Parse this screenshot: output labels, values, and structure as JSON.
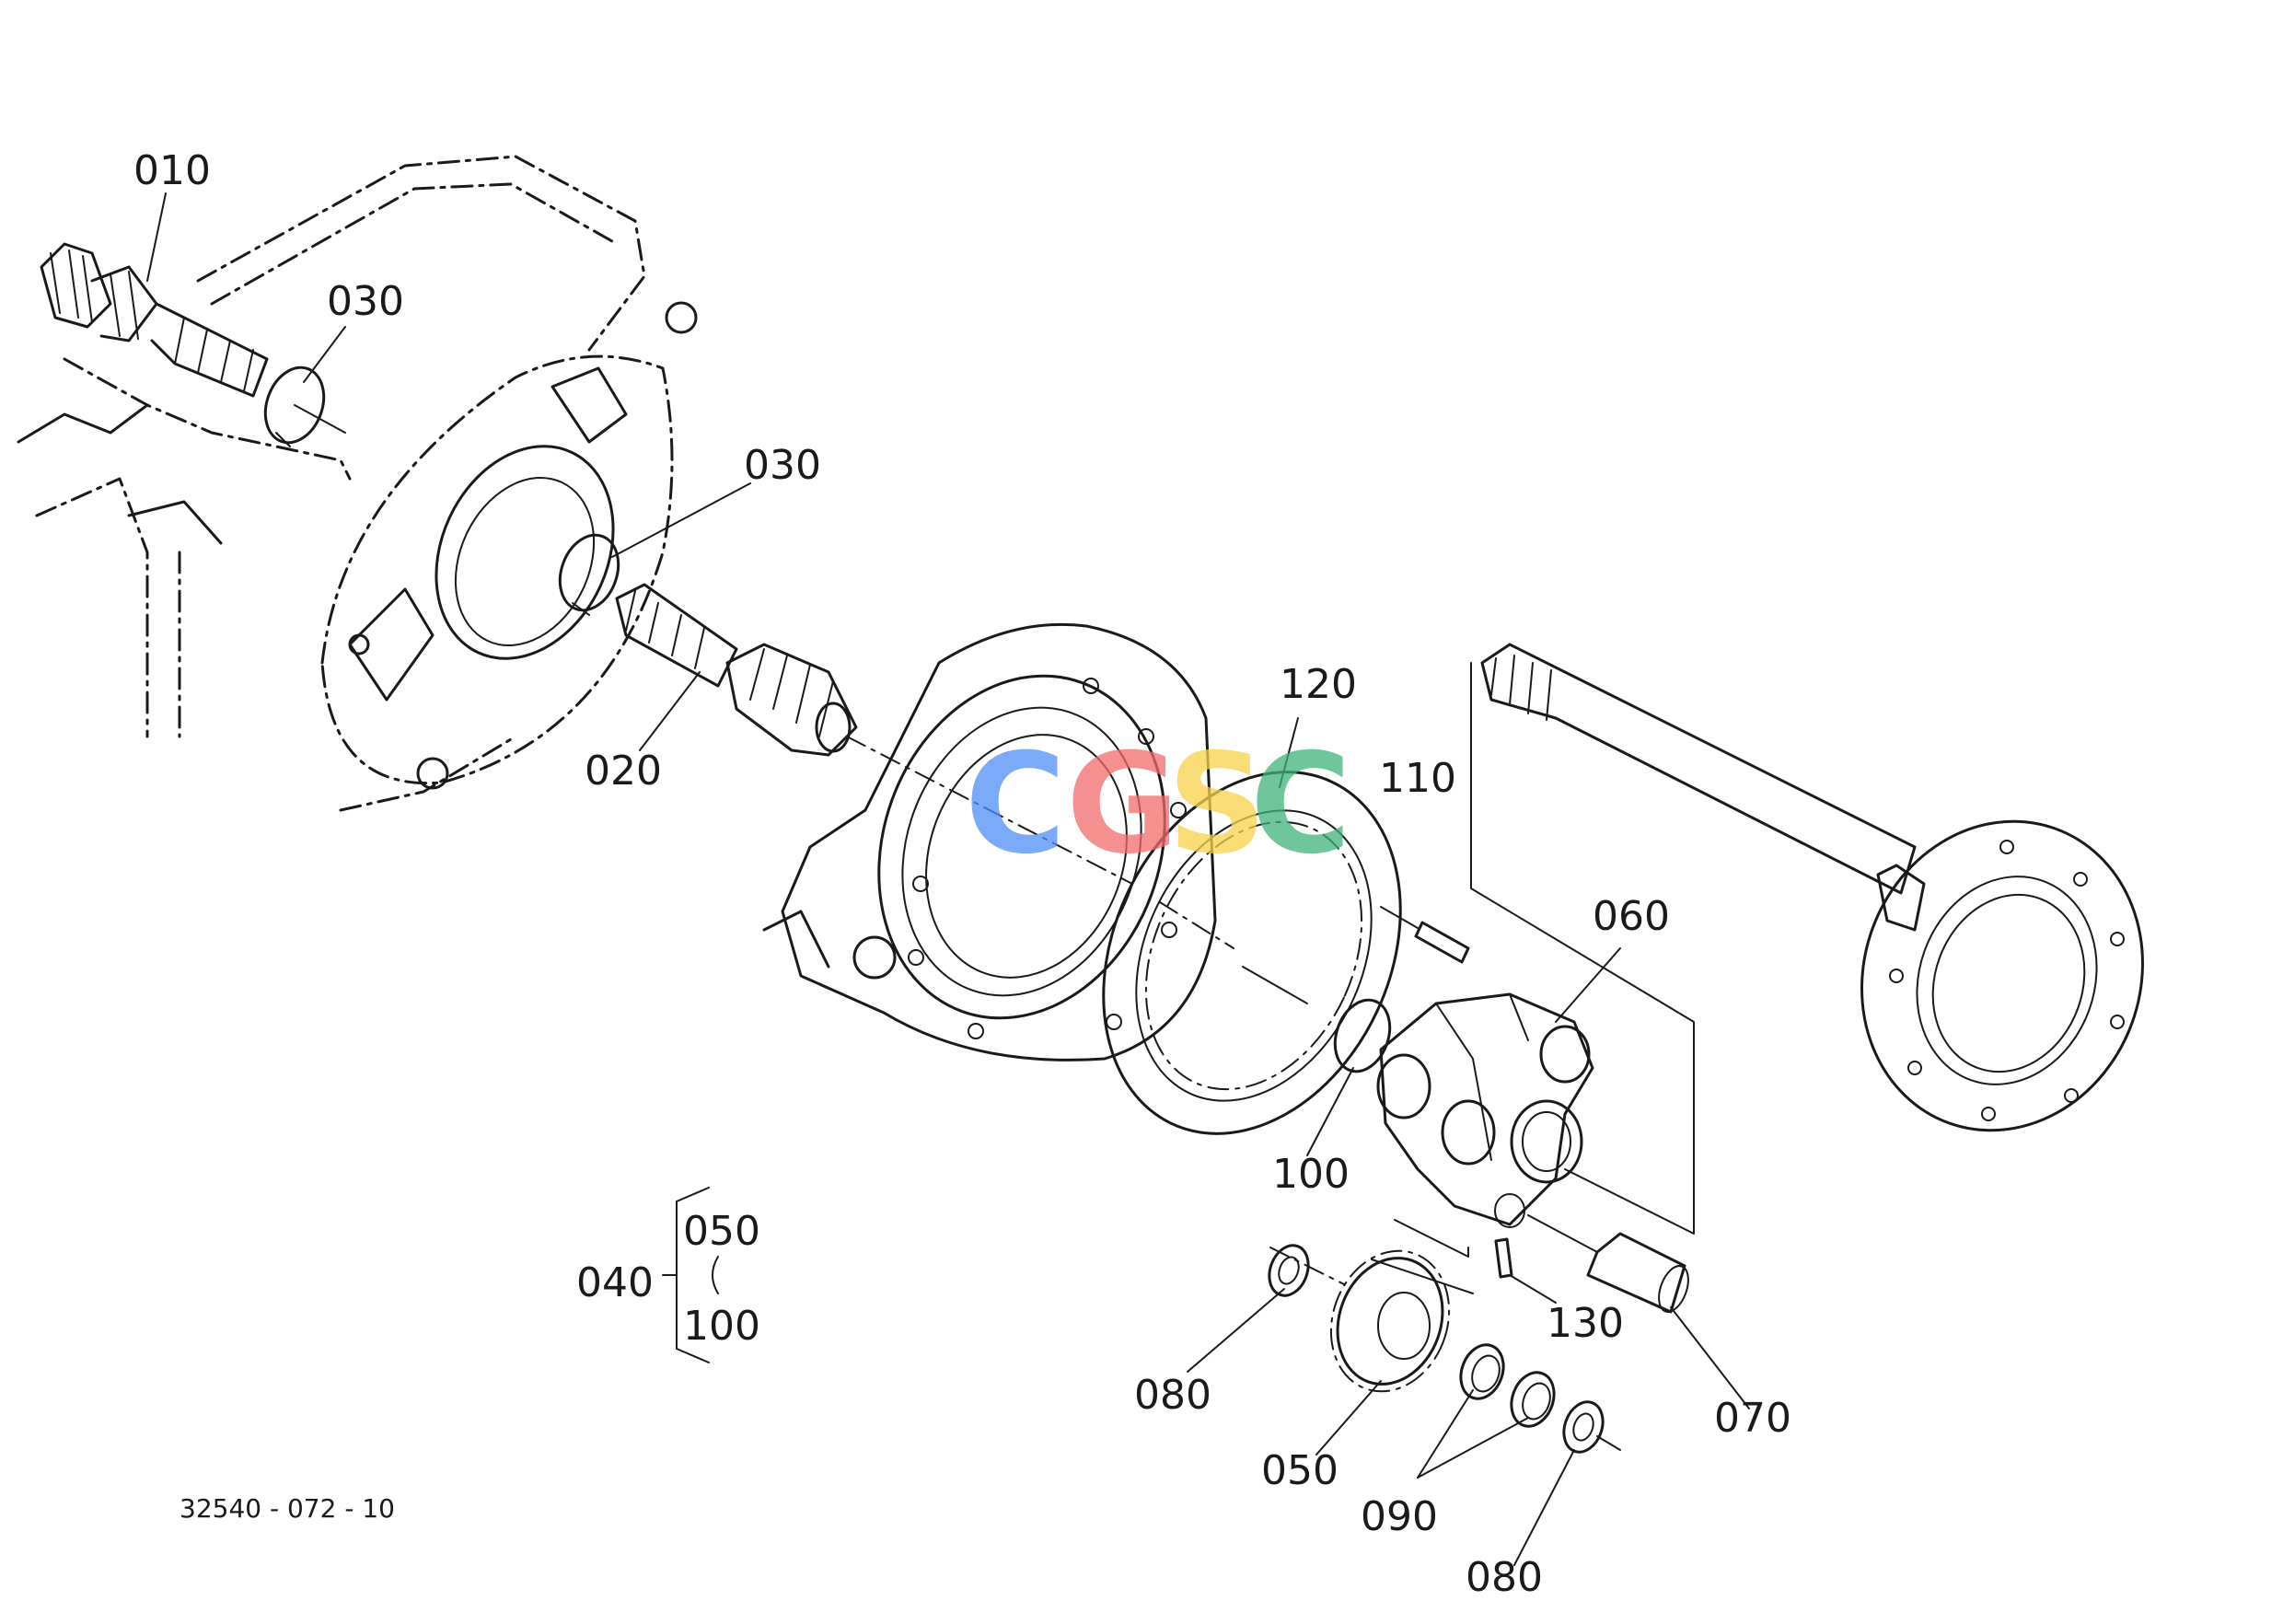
{
  "labels": {
    "p010": "010",
    "p030a": "030",
    "p030b": "030",
    "p020": "020",
    "p120": "120",
    "p110": "110",
    "p060": "060",
    "p100": "100",
    "p040": "040",
    "p050k": "050",
    "p100k": "100",
    "p080a": "080",
    "p050": "050",
    "p090": "090",
    "p130": "130",
    "p070": "070",
    "p080b": "080"
  },
  "drawing_code": "32540 - 072 - 10",
  "watermark": {
    "letters": [
      "C",
      "G",
      "S",
      "C"
    ],
    "colors": [
      "#4f8ef7",
      "#f26b6b",
      "#f7d44a",
      "#3fb37a"
    ]
  }
}
